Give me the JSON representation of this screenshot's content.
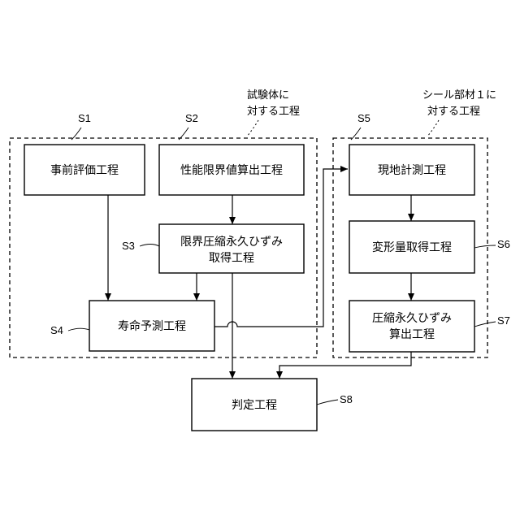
{
  "groups": {
    "left_note": [
      "試験体に",
      "対する工程"
    ],
    "right_note": [
      "シール部材１に",
      "対する工程"
    ]
  },
  "steps": {
    "s1": {
      "id": "S1",
      "lines": [
        "事前評価工程"
      ]
    },
    "s2": {
      "id": "S2",
      "lines": [
        "性能限界値算出工程"
      ]
    },
    "s3": {
      "id": "S3",
      "lines": [
        "限界圧縮永久ひずみ",
        "取得工程"
      ]
    },
    "s4": {
      "id": "S4",
      "lines": [
        "寿命予測工程"
      ]
    },
    "s5": {
      "id": "S5",
      "lines": [
        "現地計測工程"
      ]
    },
    "s6": {
      "id": "S6",
      "lines": [
        "変形量取得工程"
      ]
    },
    "s7": {
      "id": "S7",
      "lines": [
        "圧縮永久ひずみ",
        "算出工程"
      ]
    },
    "s8": {
      "id": "S8",
      "lines": [
        "判定工程"
      ]
    }
  }
}
